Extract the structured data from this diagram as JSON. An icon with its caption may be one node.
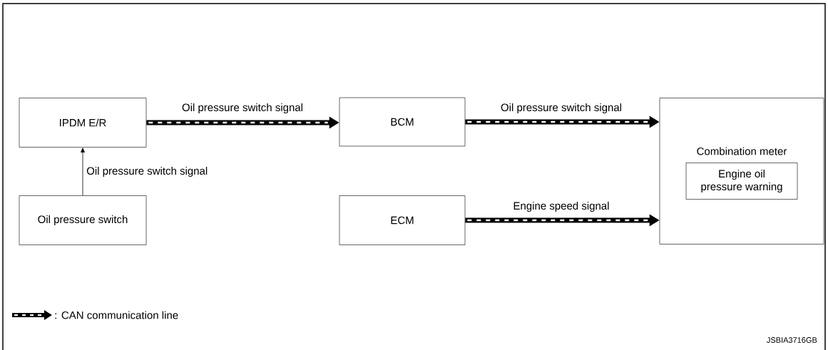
{
  "diagram": {
    "nodes": [
      {
        "text": [
          "IPDM E/R"
        ]
      },
      {
        "text": [
          "BCM"
        ]
      },
      {
        "text": [
          "Combination meter"
        ]
      },
      {
        "text": [
          "Engine oil pressure warning"
        ],
        "in": 2
      },
      {
        "text": [
          "Oil pressure switch"
        ]
      },
      {
        "text": [
          "ECM"
        ]
      }
    ],
    "edges": [
      {
        "from": 0,
        "to": 1,
        "arrow": "to",
        "label": "Oil pressure switch signal"
      },
      {
        "from": 1,
        "to": 2,
        "arrow": "to",
        "label": "Oil pressure switch signal"
      },
      {
        "from": 4,
        "to": 0,
        "arrow": "to",
        "label": "Oil pressure switch signal"
      },
      {
        "from": 5,
        "to": 2,
        "arrow": "to",
        "label": "Engine speed signal"
      }
    ],
    "labels": [
      "JSBIA3716GB"
    ],
    "legend": [
      {
        "text": ": CAN communication line"
      }
    ]
  }
}
